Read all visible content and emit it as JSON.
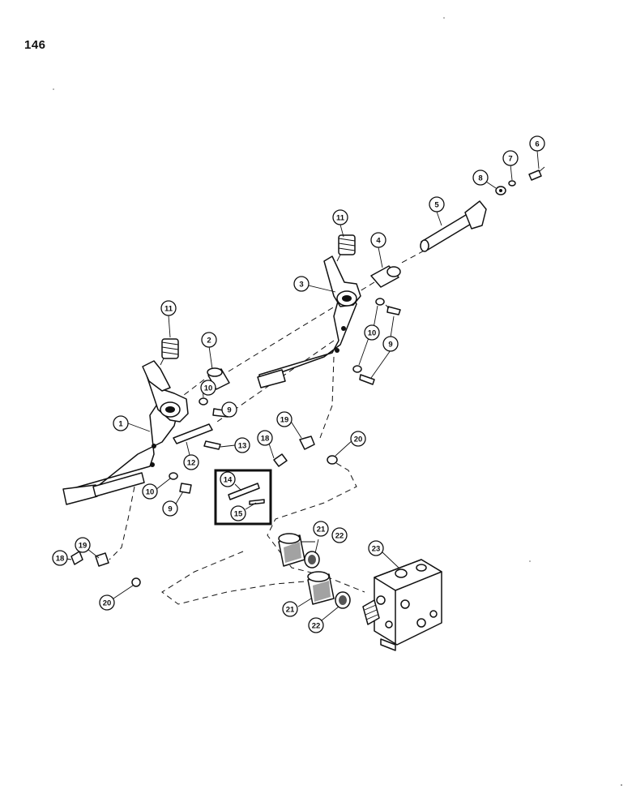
{
  "page_number": "146",
  "callouts": [
    {
      "id": "c1",
      "label": "1"
    },
    {
      "id": "c2",
      "label": "2"
    },
    {
      "id": "c3",
      "label": "3"
    },
    {
      "id": "c4",
      "label": "4"
    },
    {
      "id": "c5",
      "label": "5"
    },
    {
      "id": "c6",
      "label": "6"
    },
    {
      "id": "c7",
      "label": "7"
    },
    {
      "id": "c8",
      "label": "8"
    },
    {
      "id": "c9a",
      "label": "9"
    },
    {
      "id": "c9b",
      "label": "9"
    },
    {
      "id": "c9c",
      "label": "9"
    },
    {
      "id": "c10a",
      "label": "10"
    },
    {
      "id": "c10b",
      "label": "10"
    },
    {
      "id": "c10c",
      "label": "10"
    },
    {
      "id": "c11a",
      "label": "11"
    },
    {
      "id": "c11b",
      "label": "11"
    },
    {
      "id": "c12",
      "label": "12"
    },
    {
      "id": "c13",
      "label": "13"
    },
    {
      "id": "c14",
      "label": "14"
    },
    {
      "id": "c15",
      "label": "15"
    },
    {
      "id": "c18a",
      "label": "18"
    },
    {
      "id": "c18b",
      "label": "18"
    },
    {
      "id": "c19a",
      "label": "19"
    },
    {
      "id": "c19b",
      "label": "19"
    },
    {
      "id": "c20a",
      "label": "20"
    },
    {
      "id": "c20b",
      "label": "20"
    },
    {
      "id": "c21a",
      "label": "21"
    },
    {
      "id": "c21b",
      "label": "21"
    },
    {
      "id": "c22a",
      "label": "22"
    },
    {
      "id": "c22b",
      "label": "22"
    },
    {
      "id": "c23",
      "label": "23"
    }
  ]
}
